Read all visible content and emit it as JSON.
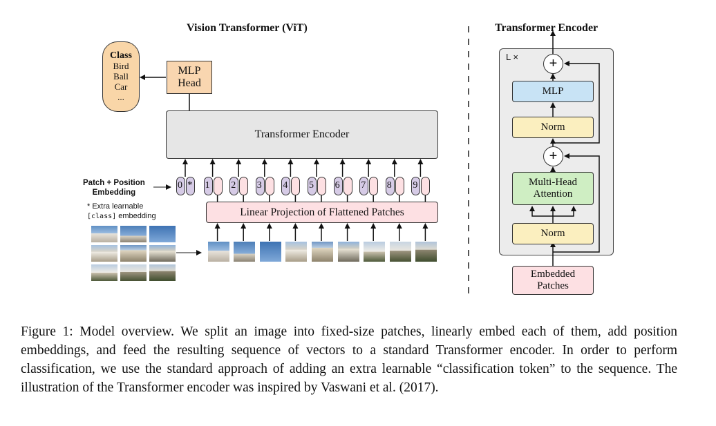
{
  "vit": {
    "title": "Vision Transformer (ViT)",
    "mlp_head": "MLP\nHead",
    "transformer_encoder": "Transformer Encoder",
    "patch_position_embedding": "Patch + Position\nEmbedding",
    "extra_note_line1": "* Extra learnable",
    "extra_note_code": "[class]",
    "extra_note_line2": " embedding",
    "linear_projection": "Linear Projection of Flattened Patches",
    "class_box": {
      "title": "Class",
      "items": [
        "Bird",
        "Ball",
        "Car",
        "..."
      ]
    },
    "token_labels": [
      "0",
      "1",
      "2",
      "3",
      "4",
      "5",
      "6",
      "7",
      "8",
      "9"
    ],
    "class_token_marker": "*"
  },
  "encoder": {
    "title": "Transformer Encoder",
    "repeat_label": "L ×",
    "mlp": "MLP",
    "norm_top": "Norm",
    "multi_head_attention": "Multi-Head\nAttention",
    "norm_bottom": "Norm",
    "embedded_patches": "Embedded\nPatches",
    "plus": "+"
  },
  "caption": {
    "text": "Figure 1: Model overview. We split an image into fixed-size patches, linearly embed each of them, add position embeddings, and feed the resulting sequence of vectors to a standard Transformer encoder. In order to perform classification, we use the standard approach of adding an extra learnable “classification token” to the sequence. The illustration of the Transformer encoder was inspired by Vaswani et al. (2017)."
  },
  "colors": {
    "mlp_head": "#f9d6b0",
    "class_box": "#f9d6a8",
    "encoder_gray": "#e6e6e6",
    "linear_projection": "#fde0e3",
    "token_purple": "#d6cbe6",
    "token_pink": "#fde0e3",
    "mlp_blue": "#c8e3f5",
    "norm_yellow": "#fbefbf",
    "attention_green": "#cfeec3",
    "embedded_pink": "#fde0e3",
    "encoder_panel": "#ececec"
  }
}
